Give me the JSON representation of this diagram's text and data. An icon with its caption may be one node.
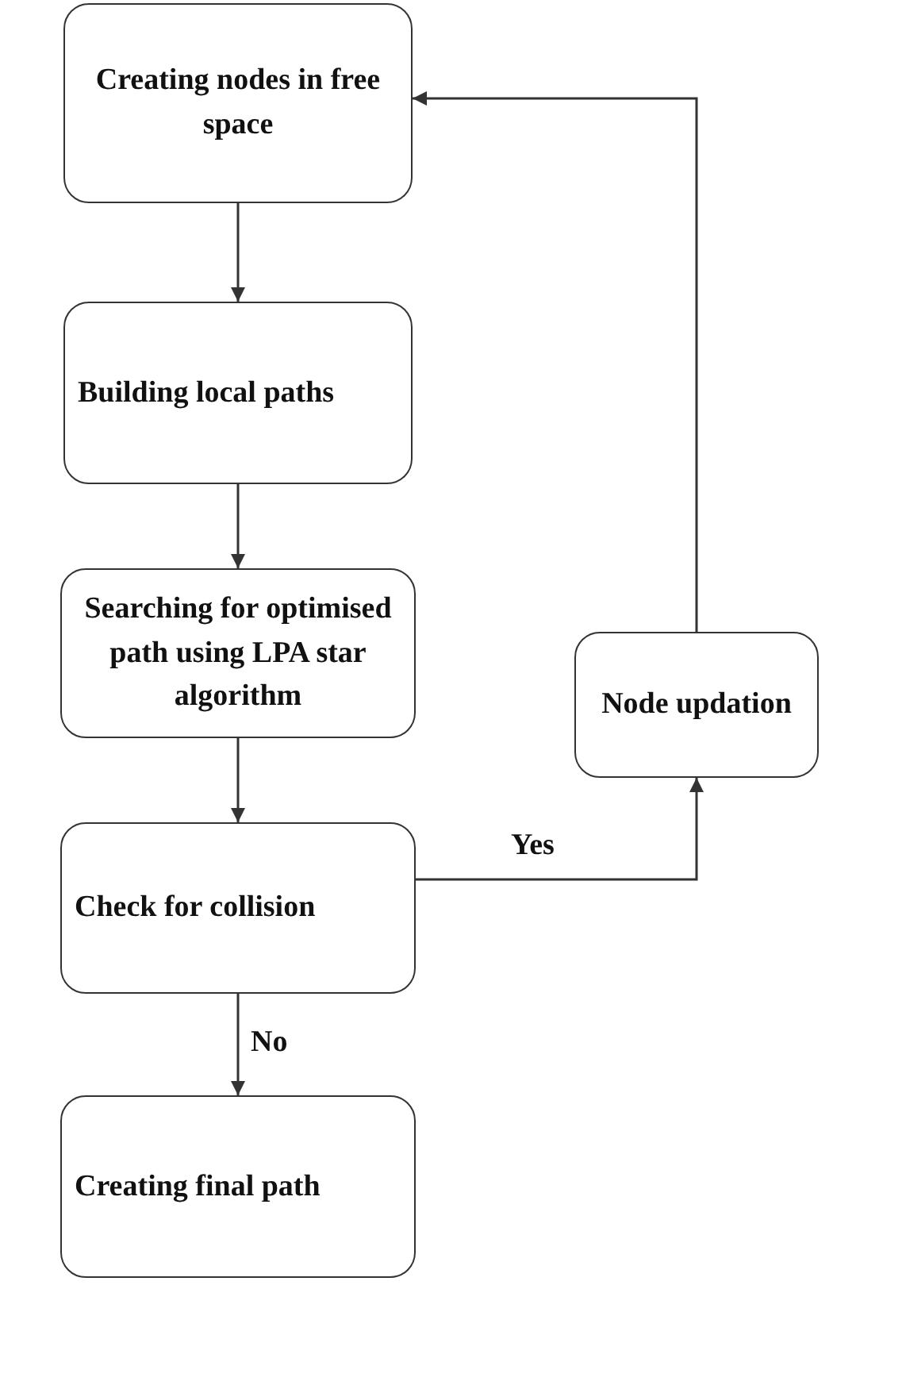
{
  "diagram": {
    "nodes": [
      {
        "text": [
          "Creating nodes in free space"
        ]
      },
      {
        "text": [
          "Building local paths"
        ]
      },
      {
        "text": [
          "Searching for optimised path using LPA star algorithm"
        ]
      },
      {
        "text": [
          "Check for collision"
        ]
      },
      {
        "text": [
          "Creating final path"
        ]
      },
      {
        "text": [
          "Node updation"
        ]
      }
    ],
    "edges": [
      {
        "from": 0,
        "to": 1,
        "arrow": "to"
      },
      {
        "from": 1,
        "to": 2,
        "arrow": "to"
      },
      {
        "from": 2,
        "to": 3,
        "arrow": "to"
      },
      {
        "from": 3,
        "to": 4,
        "arrow": "to",
        "label": "No"
      },
      {
        "from": 3,
        "to": 5,
        "arrow": "to",
        "label": "Yes"
      },
      {
        "from": 5,
        "to": 0,
        "arrow": "to"
      }
    ]
  }
}
